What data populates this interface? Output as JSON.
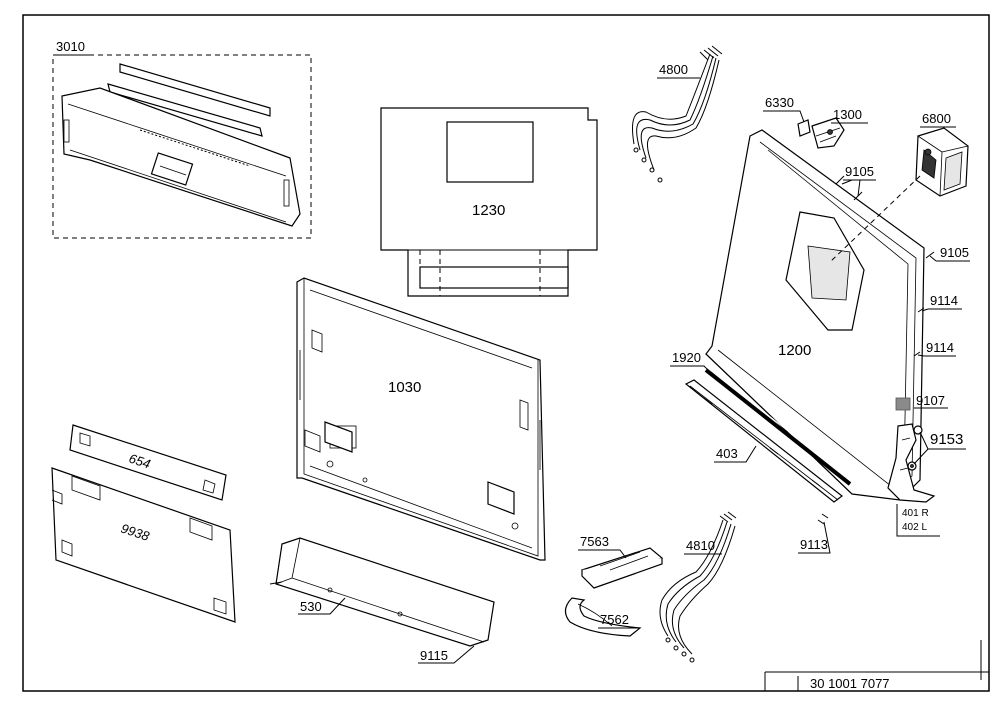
{
  "labels": {
    "l3010": "3010",
    "l4800": "4800",
    "l6330": "6330",
    "l1300": "1300",
    "l6800": "6800",
    "l9105a": "9105",
    "l9105b": "9105",
    "l1230": "1230",
    "l1200": "1200",
    "l9114a": "9114",
    "l9114b": "9114",
    "l1030": "1030",
    "l1920": "1920",
    "l9107": "9107",
    "l9153": "9153",
    "l403": "403",
    "l401": "401 R",
    "l402": "402 L",
    "l654": "654",
    "l9938": "9938",
    "l7563": "7563",
    "l4810": "4810",
    "l9113": "9113",
    "l530": "530",
    "l7562": "7562",
    "l9115": "9115",
    "drawing_number": "30 1001 7077"
  }
}
